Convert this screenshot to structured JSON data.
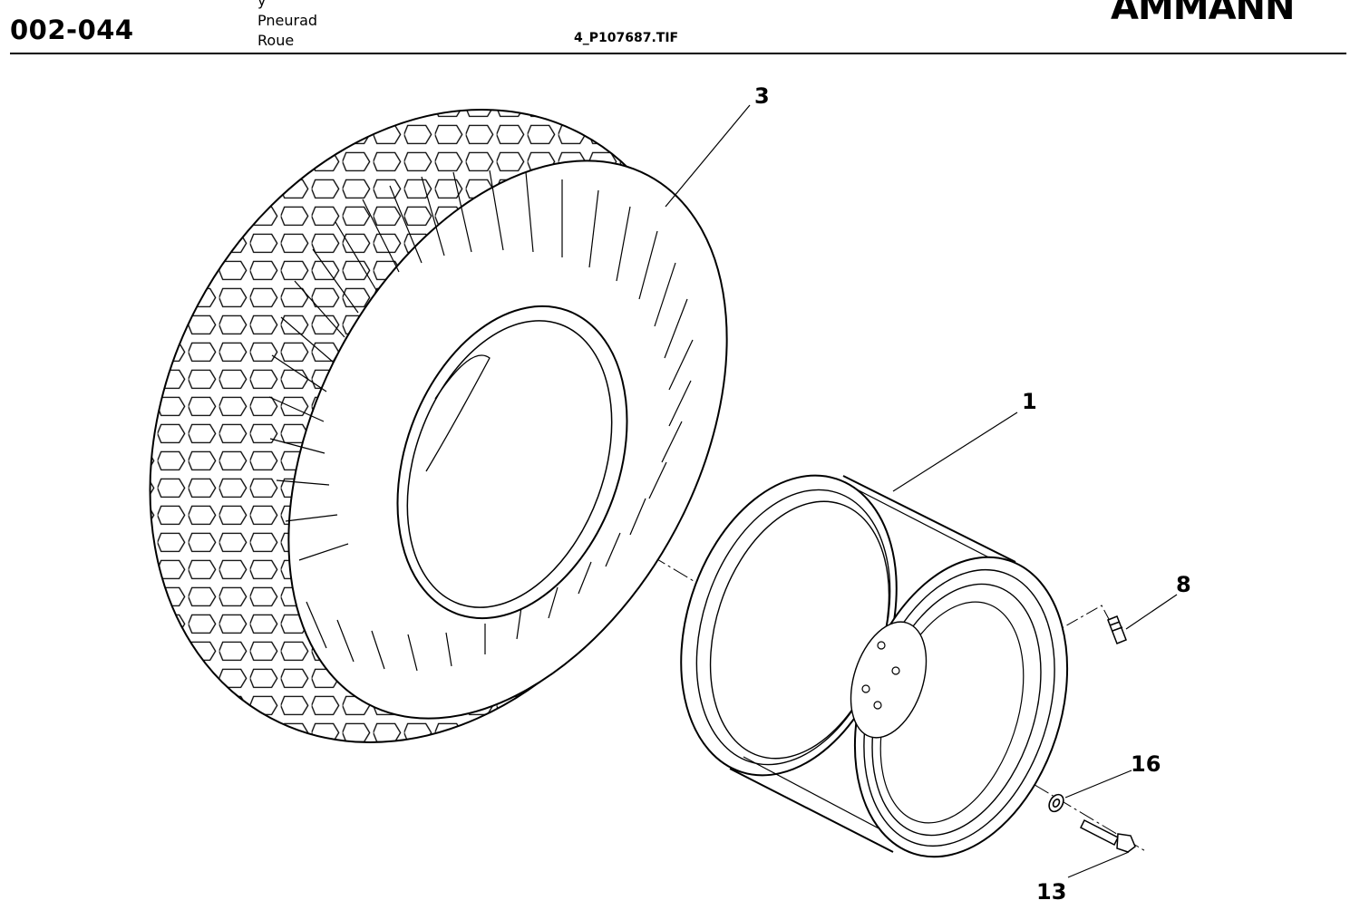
{
  "header": {
    "page_code": "002-044",
    "titles": [
      "y",
      "Pneurad",
      "Roue"
    ],
    "filename": "4_P107687.TIF",
    "logo": "AMMANN"
  },
  "callouts": [
    {
      "id": "tire",
      "label": "3"
    },
    {
      "id": "rim",
      "label": "1"
    },
    {
      "id": "valve",
      "label": "8"
    },
    {
      "id": "washer",
      "label": "16"
    },
    {
      "id": "bolt",
      "label": "13"
    }
  ]
}
